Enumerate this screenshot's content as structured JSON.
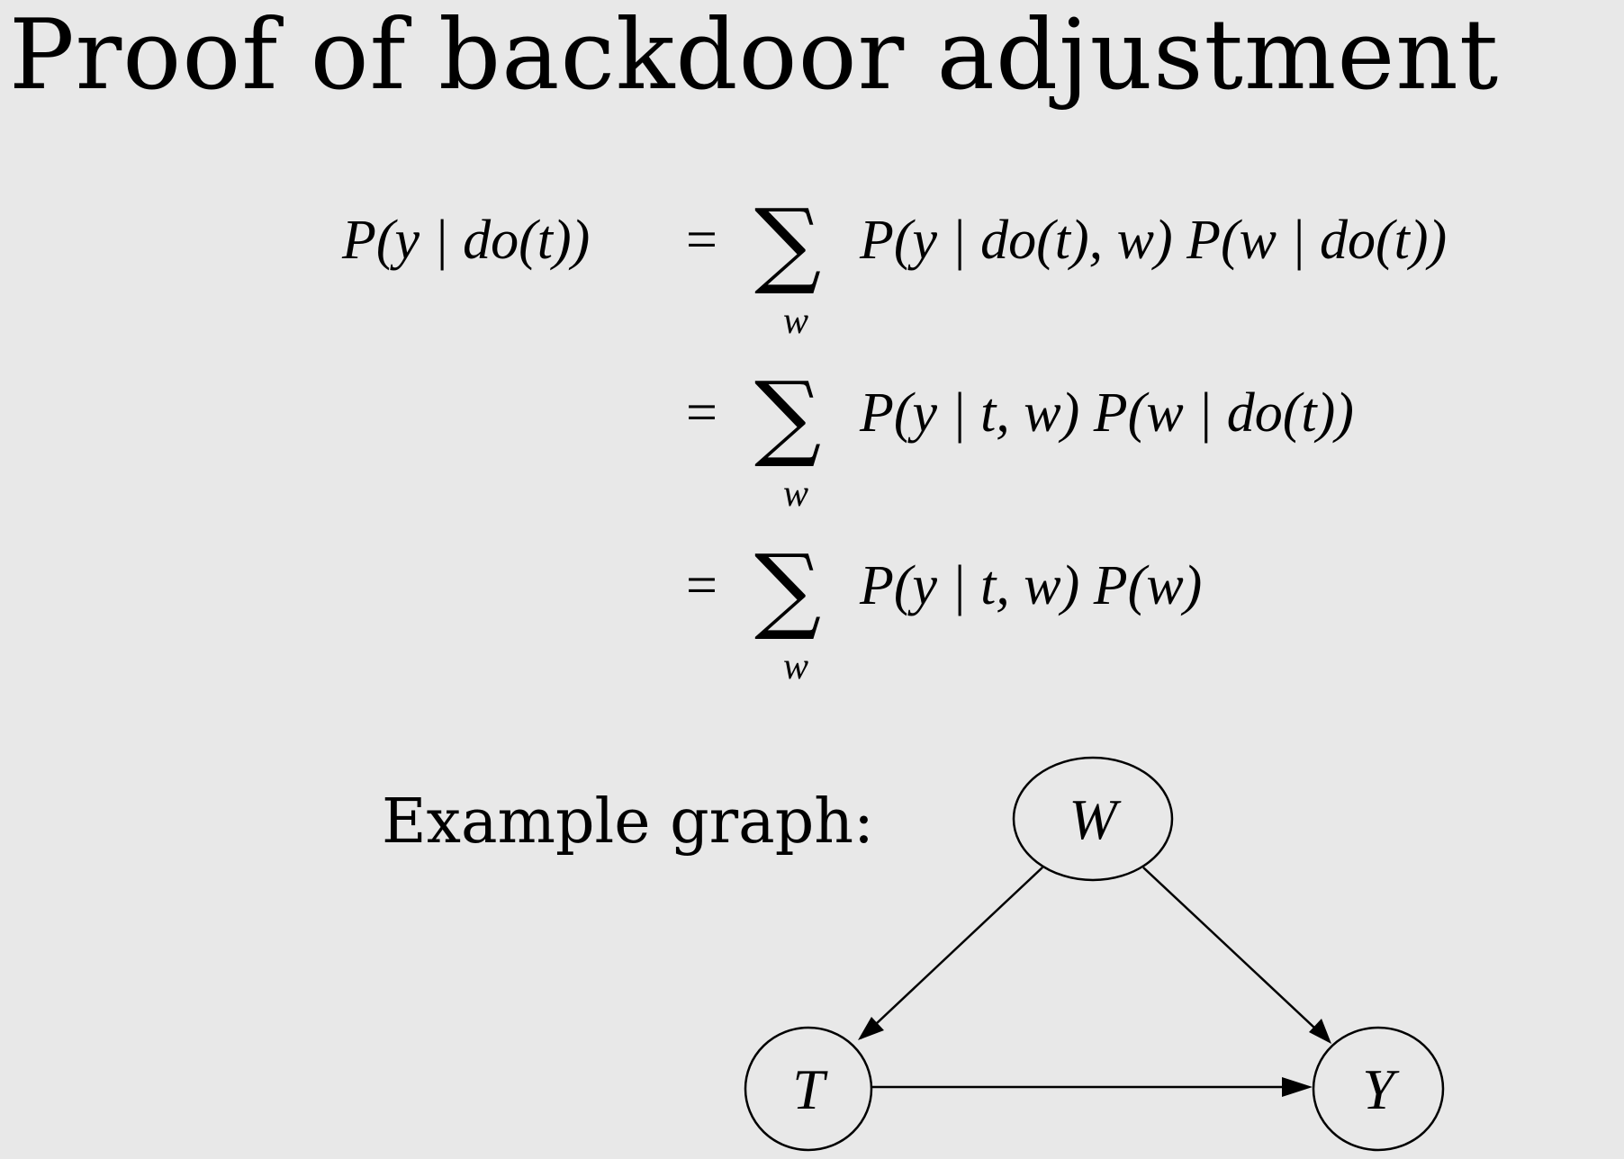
{
  "title": "Proof of backdoor adjustment",
  "equations": {
    "line1_lhs": "P(y | do(t))",
    "equals": "=",
    "sum_symbol": "∑",
    "sum_index": "w",
    "line1_rhs": "P(y | do(t), w) P(w | do(t))",
    "line2_rhs": "P(y | t, w) P(w | do(t))",
    "line3_rhs": "P(y | t, w) P(w)"
  },
  "graph": {
    "label": "Example graph:",
    "nodes": [
      {
        "id": "W",
        "label": "W"
      },
      {
        "id": "T",
        "label": "T"
      },
      {
        "id": "Y",
        "label": "Y"
      }
    ],
    "edges": [
      {
        "from": "W",
        "to": "T"
      },
      {
        "from": "W",
        "to": "Y"
      },
      {
        "from": "T",
        "to": "Y"
      }
    ]
  }
}
